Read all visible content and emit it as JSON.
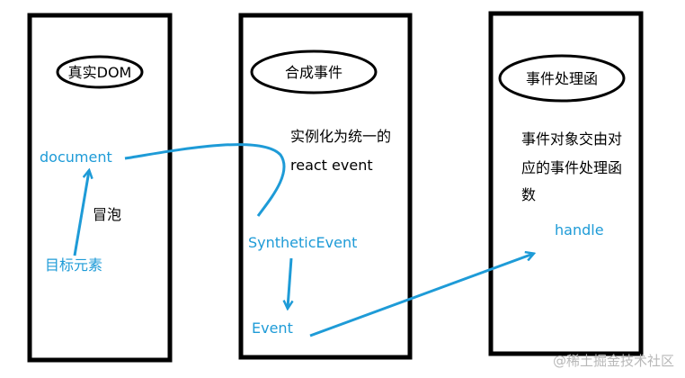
{
  "columns": [
    {
      "title": "真实DOM",
      "labels": {
        "document": "document",
        "bubble": "冒泡",
        "target": "目标元素"
      }
    },
    {
      "title": "合成事件",
      "desc_line1": "实例化为统一的",
      "desc_line2": "react event",
      "synthetic": "SyntheticEvent",
      "event": "Event"
    },
    {
      "title": "事件处理函",
      "desc_line1": "事件对象交由对",
      "desc_line2": "应的事件处理函",
      "desc_line3": "数",
      "handle": "handle"
    }
  ],
  "watermark": "@稀土掘金技术社区",
  "colors": {
    "border": "#000000",
    "flow": "#1e9bd7",
    "text": "#000000",
    "watermark": "#b8b8b8"
  }
}
